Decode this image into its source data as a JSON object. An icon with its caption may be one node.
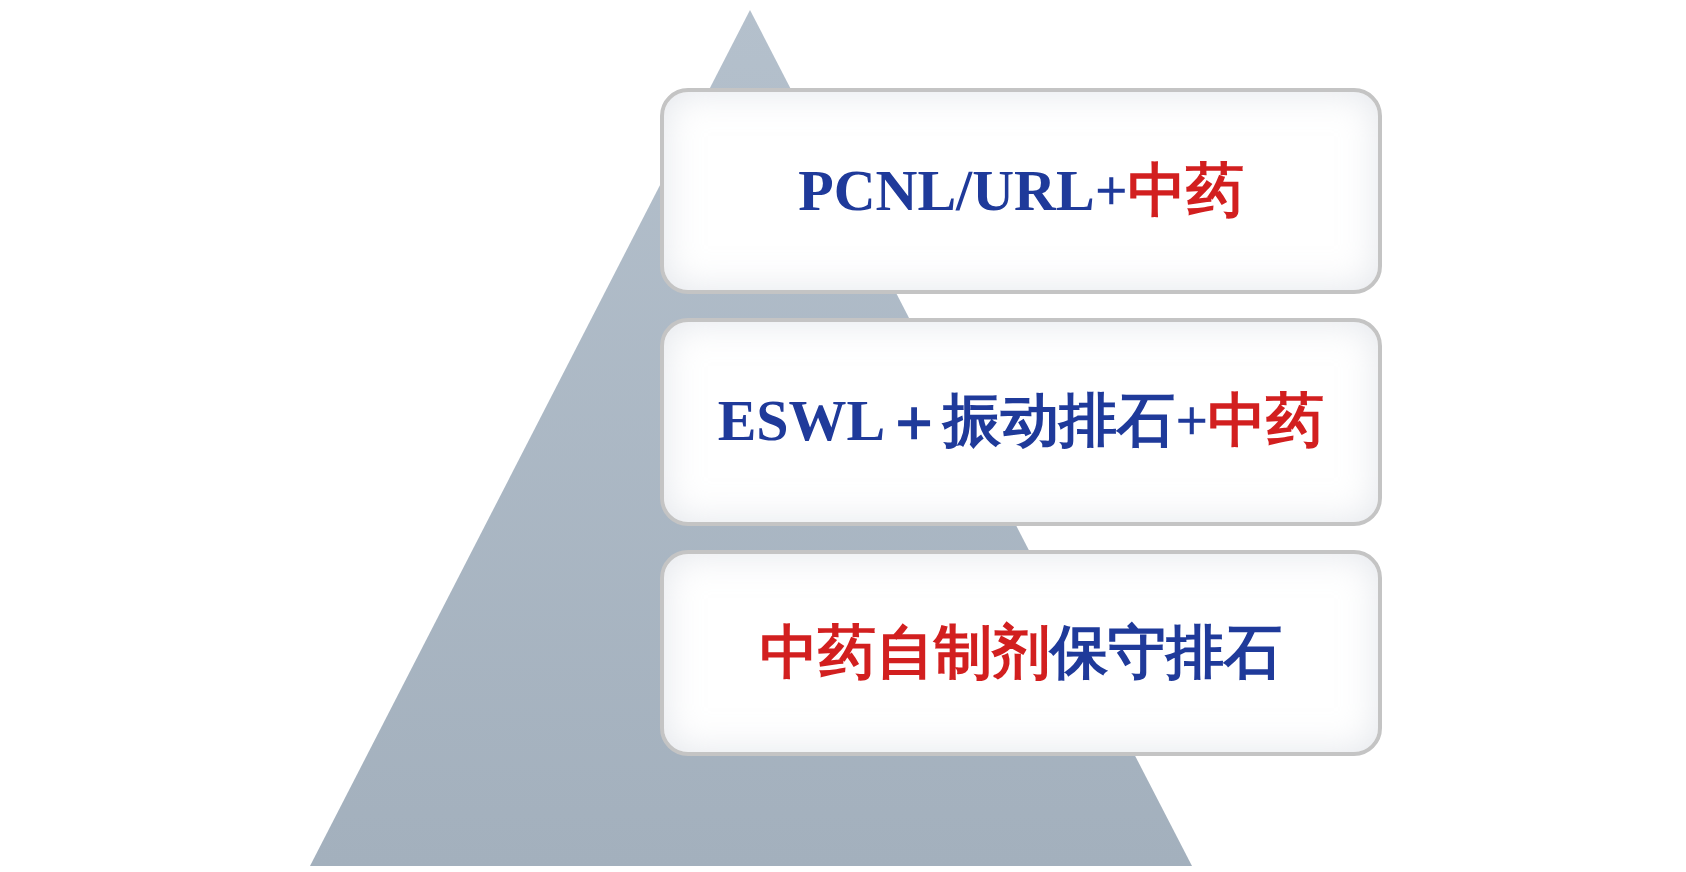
{
  "diagram": {
    "nodes": [
      {
        "text": [
          "PCNL/URL+",
          "中药"
        ]
      },
      {
        "text": [
          "ESWL＋振动排石+",
          "中药"
        ]
      },
      {
        "text": [
          "中药自制剂",
          "保守排石"
        ]
      }
    ]
  }
}
